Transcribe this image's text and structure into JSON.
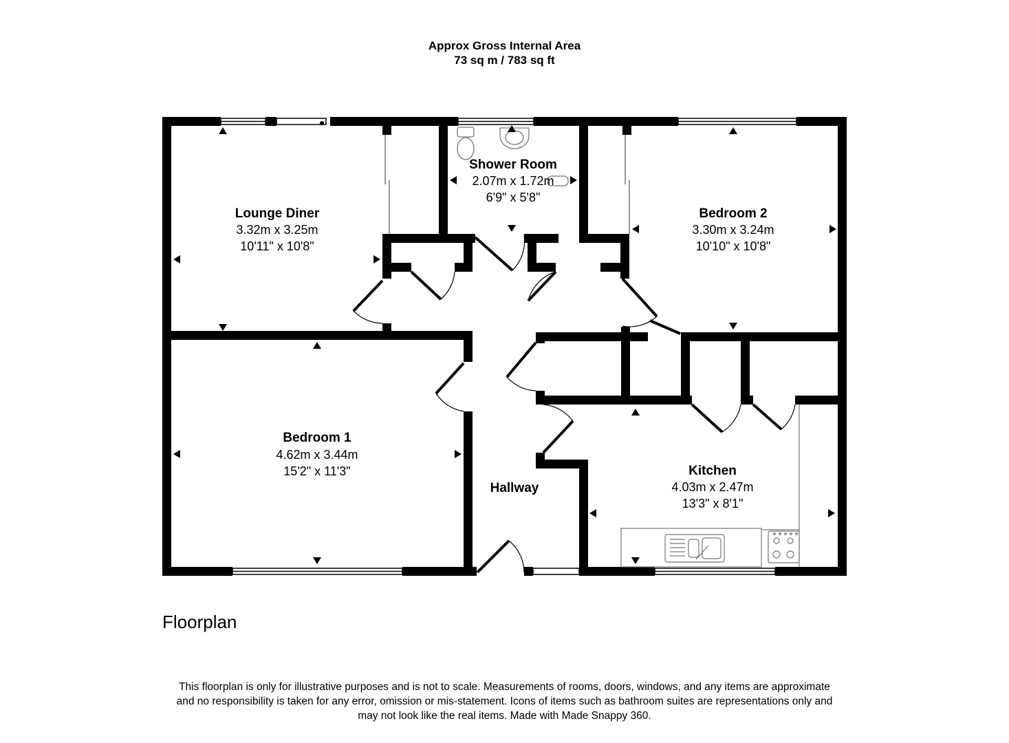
{
  "header": {
    "line1": "Approx Gross Internal Area",
    "line2": "73 sq m / 783 sq ft"
  },
  "rooms": {
    "lounge": {
      "name": "Lounge Diner",
      "metric": "3.32m x 3.25m",
      "imperial": "10'11\" x 10'8\""
    },
    "shower": {
      "name": "Shower Room",
      "metric": "2.07m x 1.72m",
      "imperial": "6'9\" x 5'8\""
    },
    "bedroom2": {
      "name": "Bedroom 2",
      "metric": "3.30m x 3.24m",
      "imperial": "10'10\" x 10'8\""
    },
    "bedroom1": {
      "name": "Bedroom 1",
      "metric": "4.62m x 3.44m",
      "imperial": "15'2\" x 11'3\""
    },
    "kitchen": {
      "name": "Kitchen",
      "metric": "4.03m x 2.47m",
      "imperial": "13'3\" x 8'1\""
    },
    "hallway": {
      "name": "Hallway"
    }
  },
  "caption": "Floorplan",
  "disclaimer": {
    "line1": "This floorplan is only for illustrative purposes and is not to scale. Measurements of rooms, doors, windows, and any items are approximate",
    "line2": "and no responsibility is taken for any error, omission or mis-statement. Icons of items such as bathroom suites are representations only and",
    "line3": "may not look like the real items. Made with Made Snappy 360."
  },
  "colors": {
    "wall": "#000000",
    "fixture": "#777777",
    "background": "#ffffff"
  }
}
